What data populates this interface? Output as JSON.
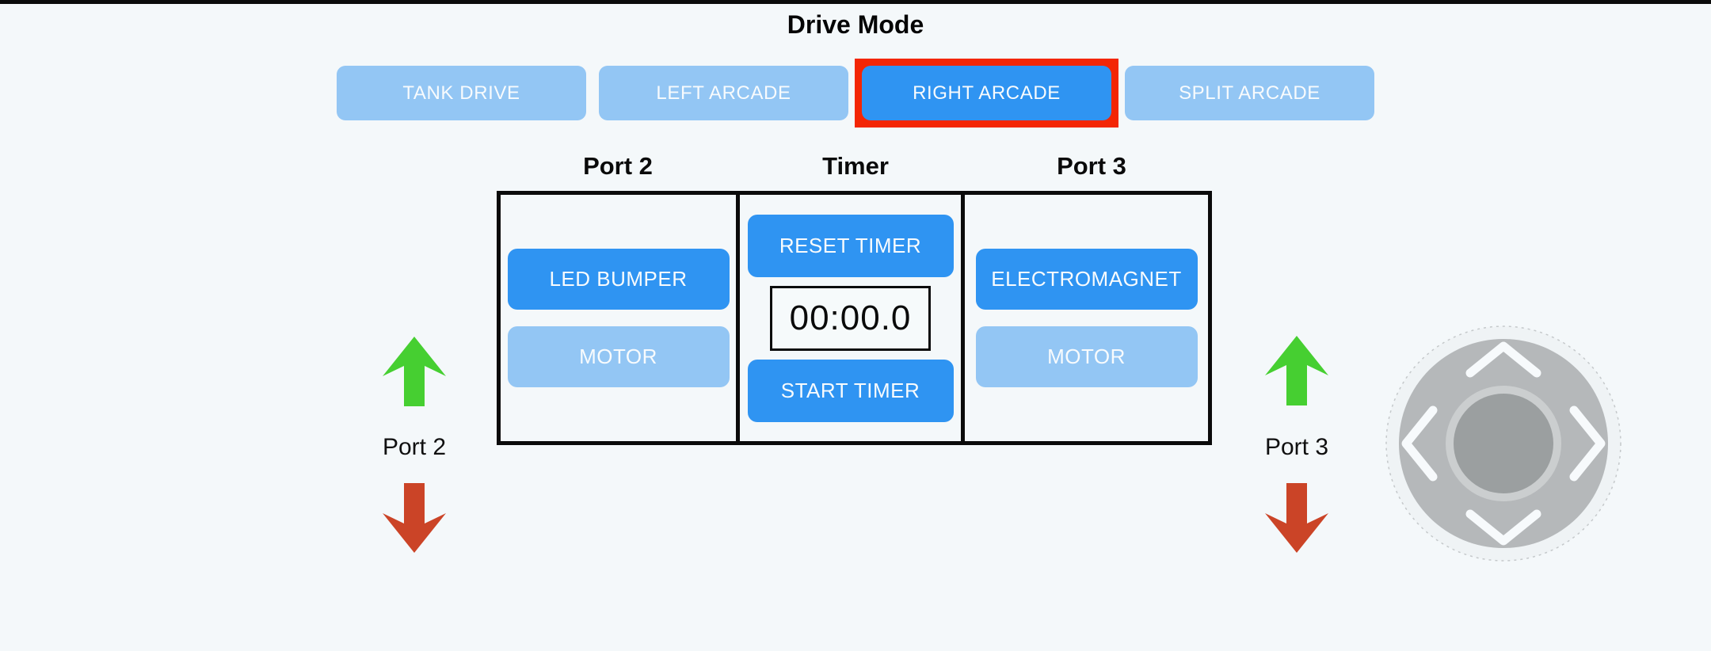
{
  "drive_mode": {
    "title": "Drive Mode",
    "buttons": [
      {
        "label": "TANK DRIVE",
        "selected": false
      },
      {
        "label": "LEFT ARCADE",
        "selected": false
      },
      {
        "label": "RIGHT ARCADE",
        "selected": true
      },
      {
        "label": "SPLIT ARCADE",
        "selected": false
      }
    ]
  },
  "panel": {
    "port2": {
      "header": "Port 2",
      "device_label": "LED BUMPER",
      "device_active": true,
      "motor_label": "MOTOR",
      "motor_active": false
    },
    "timer": {
      "header": "Timer",
      "reset_label": "RESET TIMER",
      "display": "00:00.0",
      "start_label": "START TIMER"
    },
    "port3": {
      "header": "Port 3",
      "device_label": "ELECTROMAGNET",
      "device_active": true,
      "motor_label": "MOTOR",
      "motor_active": false
    }
  },
  "side_controls": {
    "left": {
      "label": "Port 2",
      "up_icon": "up-arrow",
      "down_icon": "down-arrow"
    },
    "right": {
      "label": "Port 3",
      "up_icon": "up-arrow",
      "down_icon": "down-arrow"
    }
  },
  "joystick": {
    "icon": "joystick-dpad",
    "chevrons": [
      "up",
      "left",
      "right",
      "down"
    ]
  },
  "colors": {
    "background": "#F4F8FA",
    "selected_button_blue": "#2F94F2",
    "unselected_button_blue": "#93C6F4",
    "highlight_border_red": "#F32605",
    "up_arrow_green": "#46CF31",
    "down_arrow_red": "#CB4427",
    "panel_border_black": "#0B0B0B",
    "joystick_disc_gray": "#B5B8BA",
    "joystick_knob_gray": "#9B9FA0"
  }
}
